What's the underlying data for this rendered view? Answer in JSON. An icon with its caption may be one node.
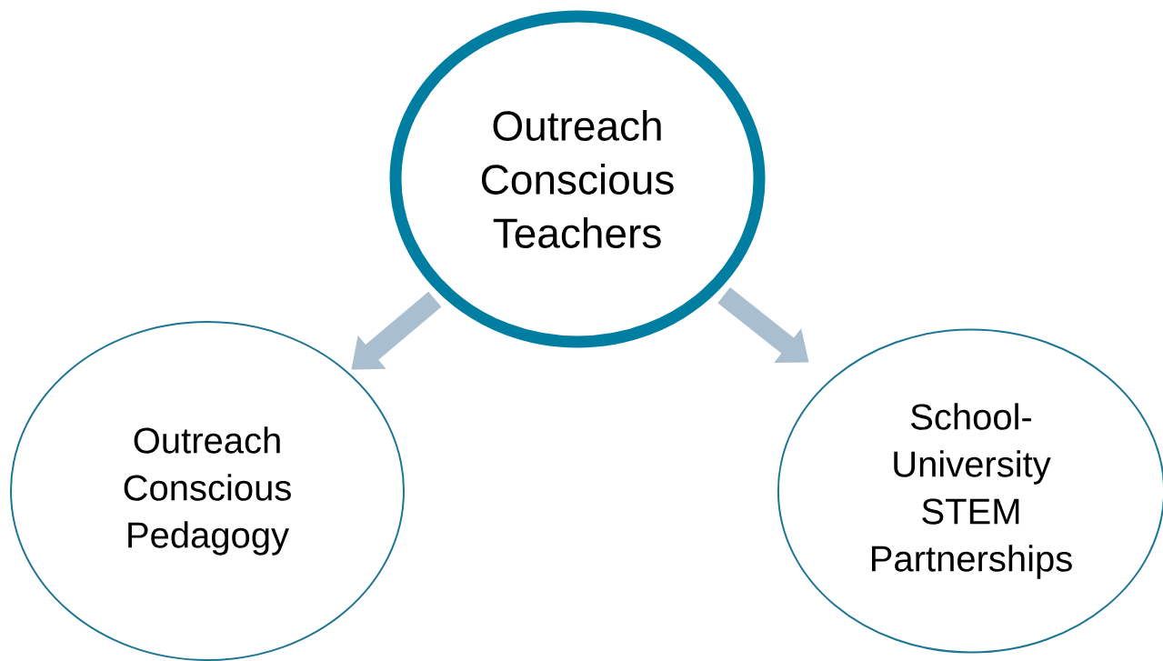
{
  "diagram": {
    "nodes": [
      {
        "text": [
          "Outreach Conscious Teachers"
        ]
      },
      {
        "text": [
          "Outreach Conscious Pedagogy"
        ]
      },
      {
        "text": [
          "School-University STEM Partnerships"
        ]
      }
    ],
    "edges": [
      {
        "from": 0,
        "to": 1,
        "arrow": "to"
      },
      {
        "from": 0,
        "to": 2,
        "arrow": "to"
      }
    ]
  }
}
